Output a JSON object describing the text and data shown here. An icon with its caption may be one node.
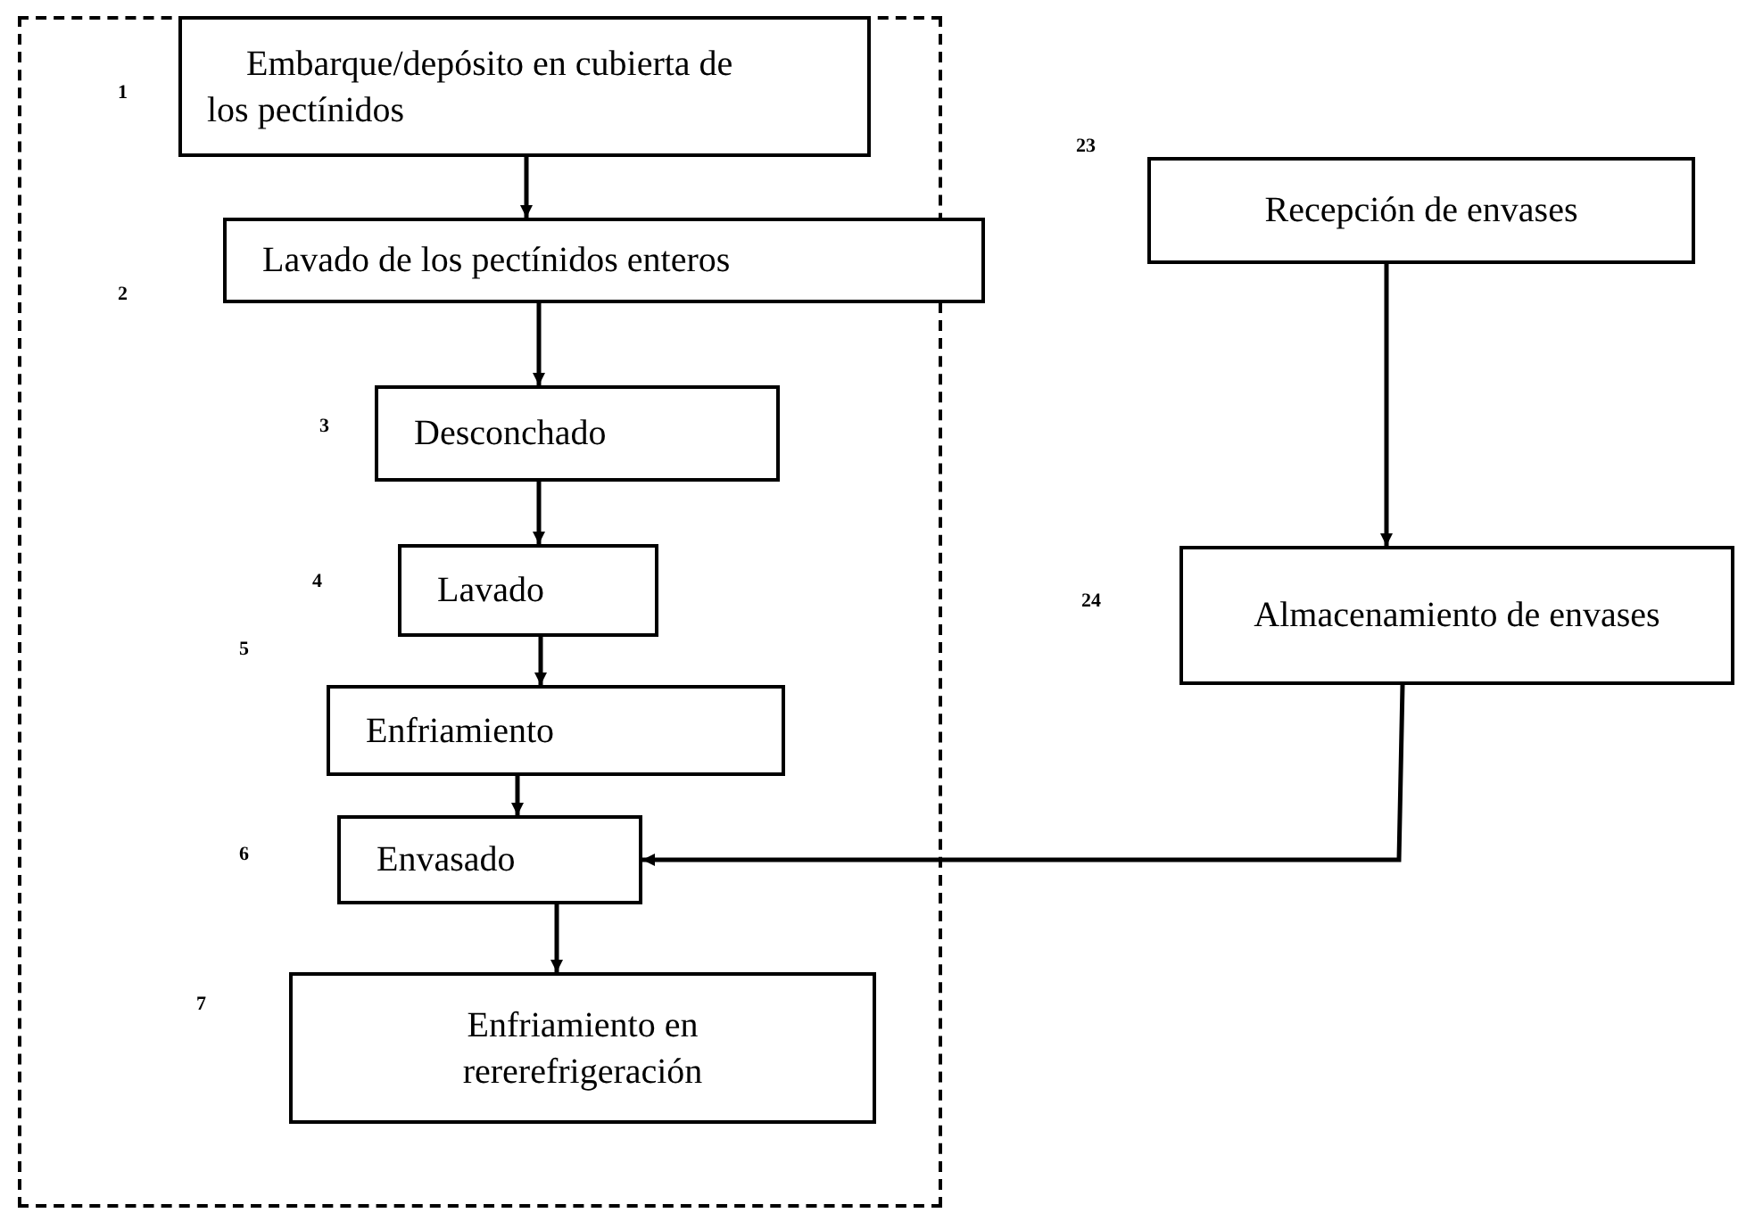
{
  "diagram": {
    "nodes": [
      {
        "text": [
          "Embarque/depósito en cubierta de los pectínidos"
        ]
      },
      {
        "text": [
          "Lavado de los pectínidos enteros"
        ]
      },
      {
        "text": [
          "Desconchado"
        ]
      },
      {
        "text": [
          "Lavado"
        ]
      },
      {
        "text": [
          "Enfriamiento"
        ]
      },
      {
        "text": [
          "Envasado"
        ]
      },
      {
        "text": [
          "Enfriamiento en rererefrigeración"
        ]
      },
      {
        "text": [
          "Recepción de envases"
        ]
      },
      {
        "text": [
          "Almacenamiento de envases"
        ]
      }
    ],
    "edges": [
      {
        "from": 0,
        "to": 1,
        "arrow": "to"
      },
      {
        "from": 1,
        "to": 2,
        "arrow": "to"
      },
      {
        "from": 2,
        "to": 3,
        "arrow": "to"
      },
      {
        "from": 3,
        "to": 4,
        "arrow": "to"
      },
      {
        "from": 4,
        "to": 5,
        "arrow": "to"
      },
      {
        "from": 5,
        "to": 6,
        "arrow": "to"
      },
      {
        "from": 7,
        "to": 8,
        "arrow": "to"
      },
      {
        "from": 8,
        "to": 5,
        "arrow": "to"
      }
    ],
    "labels": [
      "1",
      "23",
      "2",
      "3",
      "24",
      "4",
      "5",
      "6",
      "7"
    ]
  }
}
